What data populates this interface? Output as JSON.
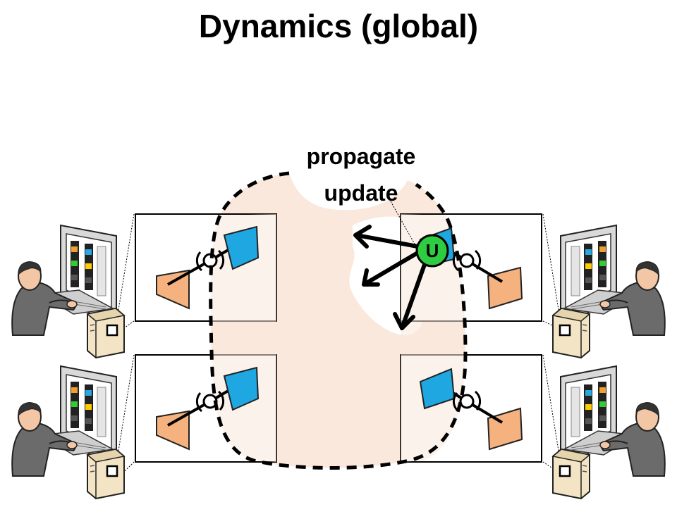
{
  "title": "Dynamics (global)",
  "annotation": {
    "line1": "propagate",
    "line2": "update"
  },
  "update_marker": {
    "label": "U"
  },
  "colors": {
    "blob_fill": "#fae8dc",
    "blue_panel": "#1ea7e1",
    "orange_panel": "#f5b27e",
    "marker_green": "#2ecc40",
    "screen_blue": "#29a8e0",
    "screen_green": "#33cc33",
    "screen_yellow": "#ffcc00",
    "screen_orange": "#f0a030"
  },
  "icons": [
    "user-at-workstation-icon",
    "desktop-tower-icon",
    "monitor-icon",
    "joint-icon",
    "arrow-icon"
  ]
}
